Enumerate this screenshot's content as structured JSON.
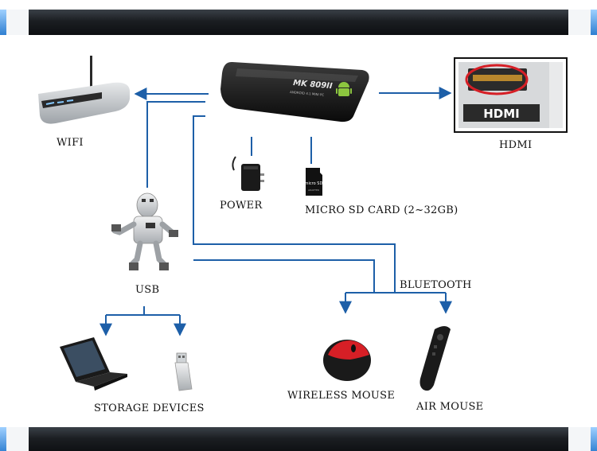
{
  "labels": {
    "wifi": "WIFI",
    "hdmi": "HDMI",
    "power": "POWER",
    "sd_card": "MICRO SD CARD (2~32GB)",
    "usb": "USB",
    "bluetooth": "BLUETOOTH",
    "storage": "STORAGE DEVICES",
    "wireless_mouse": "WIRELESS MOUSE",
    "air_mouse": "AIR MOUSE"
  },
  "device": {
    "model": "MK 809II",
    "subtitle": "ANDROID 4.1 MINI PC"
  },
  "hdmi_port_label": "HDMI",
  "sd_card_brand": "micro SD",
  "sd_card_sub": "ADAPTER",
  "colors": {
    "connector_line": "#1d5fa8",
    "device_body": "#1a1a1a",
    "android_green": "#8cc63f",
    "mouse_red": "#d61f26"
  }
}
